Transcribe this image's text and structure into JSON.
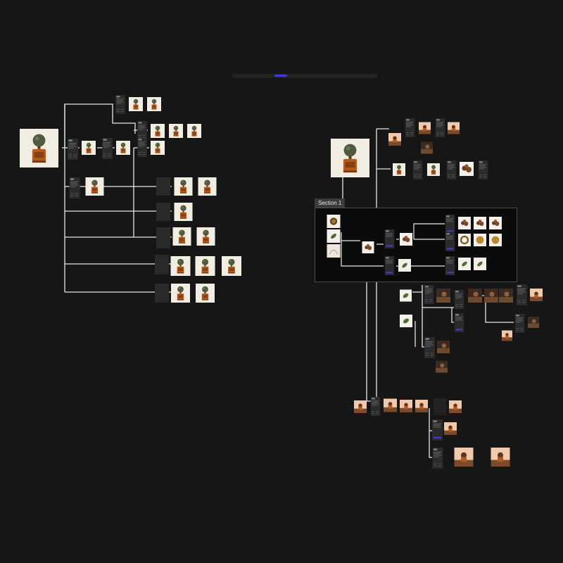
{
  "canvas": {
    "background": "#161616",
    "section": {
      "label": "Section 1"
    },
    "colors": {
      "connector": "#e8e8e8",
      "node_panel": "#2b2b2b",
      "cream_image": "#f2ede2",
      "peach_image": "#f3c9ab",
      "accent": "#3f3cd6"
    },
    "node_types": [
      "product-image",
      "generation-node",
      "image-output"
    ]
  }
}
